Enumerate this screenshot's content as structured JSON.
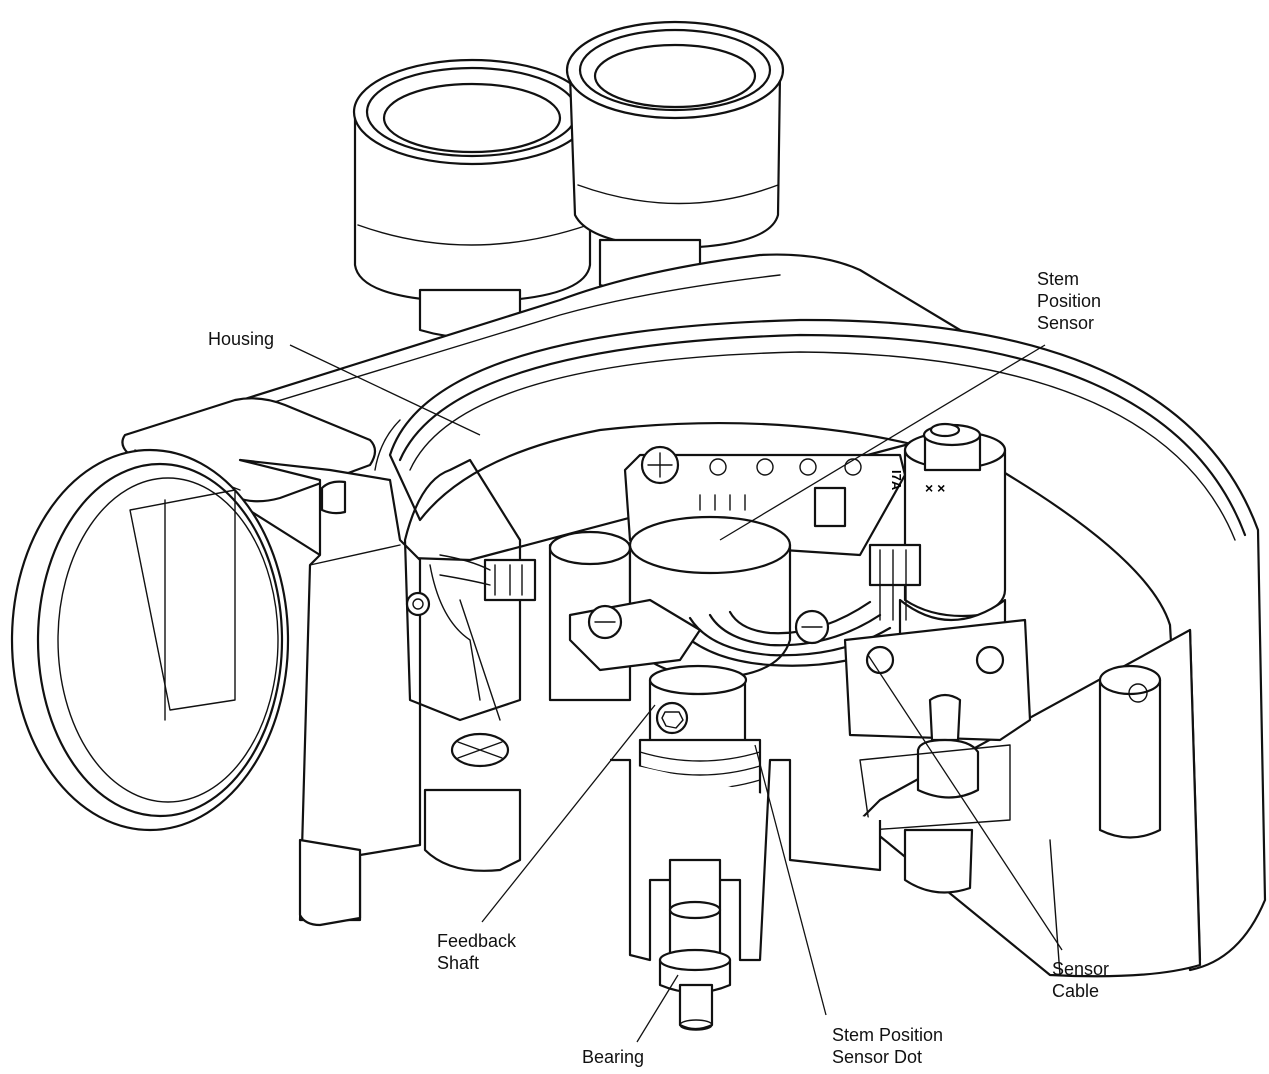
{
  "labels": {
    "housing": "Housing",
    "stem_position_sensor": "Stem\nPosition\nSensor",
    "feedback_shaft": "Feedback\nShaft",
    "bearing": "Bearing",
    "stem_position_sensor_dot": "Stem Position\nSensor Dot",
    "sensor_cable": "Sensor\nCable"
  },
  "markings": {
    "part_code": "I7A",
    "marks": "× ×"
  },
  "colors": {
    "ink": "#111111",
    "background": "#ffffff"
  }
}
